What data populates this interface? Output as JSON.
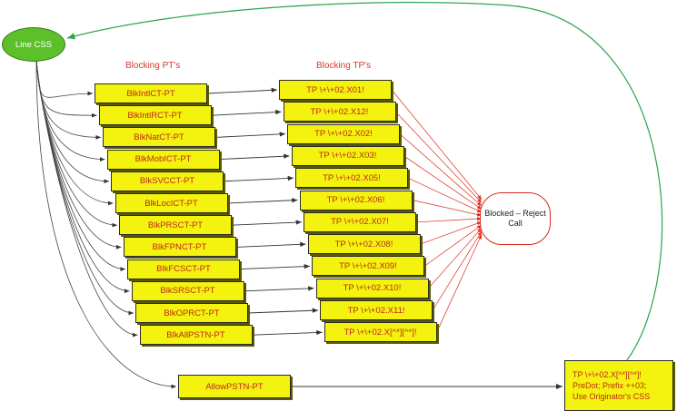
{
  "title_left": "Blocking PT's",
  "title_right": "Blocking TP's",
  "source": "Line CSS",
  "blocked_line1": "Blocked – Reject",
  "blocked_line2": "Call",
  "pts": [
    "BlkIntlCT-PT",
    "BlkIntlRCT-PT",
    "BlkNatCT-PT",
    "BlkMobICT-PT",
    "BlkSVCCT-PT",
    "BlkLocICT-PT",
    "BlkPRSCT-PT",
    "BlkFPNCT-PT",
    "BlkFCSCT-PT",
    "BlkSRSCT-PT",
    "BlkOPRCT-PT",
    "BlkAllPSTN-PT"
  ],
  "tps": [
    "TP \\+\\+02.X01!",
    "TP \\+\\+02.X12!",
    "TP \\+\\+02.X02!",
    "TP \\+\\+02.X03!",
    "TP \\+\\+02.X05!",
    "TP \\+\\+02.X06!",
    "TP \\+\\+02.X07!",
    "TP \\+\\+02.X08!",
    "TP \\+\\+02.X09!",
    "TP \\+\\+02.X10!",
    "TP \\+\\+02.X11!",
    "TP \\+\\+02.X[^*][^*]!"
  ],
  "allow": "AllowPSTN-PT",
  "final": {
    "line1": "TP \\+\\+02.X[^*][^*]!",
    "line2": "PreDot; Prefix ++03;",
    "line3": "Use Originator's CSS"
  },
  "colors": {
    "box": "#f3f30f",
    "text": "#c0281a",
    "source": "#5cc02a",
    "red_arrow": "#e02a1a",
    "green_arrow": "#2aa44a",
    "black_arrow": "#333333"
  }
}
